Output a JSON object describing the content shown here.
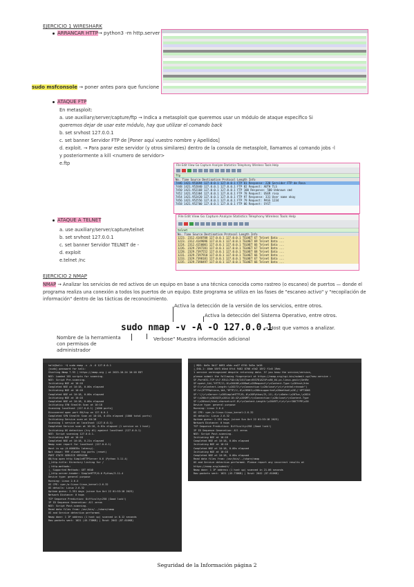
{
  "section1": {
    "title": "EJERCICIO 1 WIRESHARK",
    "bullet1_tag": "ARRANCAR HTTP",
    "bullet1_text": "→ python3 -m http.server",
    "msf_tag": "sudo msfconsole",
    "msf_text": " → poner antes para que funcione"
  },
  "attack_ftp": {
    "tag": "ATAQUE FTP",
    "lines": [
      "En metasploit:",
      "a. use auxiliary/server/capture/ftp →  Indica a metasploit que queremos usar un módulo de ataque específico Si",
      "queremos dejar de usar este módulo, hay que utilizar el comando back",
      "b. set srvhost 127.0.0.1",
      "c. set banner Servidor FTP de [Poner aquí vuestro nombre y Apellidos]",
      "d. exploit. → Para parar este servidor (y otros similares) dentro de la consola de metasploit, llamamos al comando jobs -l",
      "y posteriormente a kill <numero de servidor>",
      "e.ftp"
    ]
  },
  "attack_telnet": {
    "tag": "ATAQUE A TELNET",
    "lines": [
      "a. use auxiliary/server/capture/telnet",
      "b. set srvhost 127.0.0.1",
      "c. set banner Servidor TELNET de -",
      "d. exploit",
      "e.telnet /nc"
    ]
  },
  "section2": {
    "title": "EJERCICIO 2 NMAP",
    "tag": "NMAP",
    "text": " → Analizar los servicios de red activos de un equipo en base a una técnica conocida como rastreo (o escaneo) de puertos — donde el programa realiza una conexión a todos los puertos de un equipo. Este programa se utiliza en las fases de \"escaneo activo\" y \"recopilación de información\" dentro de las tácticas de reconocimiento."
  },
  "nmap_diagram": {
    "command": "sudo nmap -v -A -O 127.0.0.1",
    "ann_version": "Activa la detección de la versión de los servicios, entre otros.",
    "ann_os": "Activa la detección del Sistema Operativo, entre otros.",
    "ann_host": "Host que vamos a analizar.",
    "ann_verbose": "Verbose\" Muestra información adicional",
    "ann_tool": "Nombre de la herramienta con permisos de administrador"
  },
  "wireshark_ftp": {
    "menu": "File  Edit  View  Go  Capture  Analyze  Statistics  Telephony  Wireless  Tools  Help",
    "filter": "ftp",
    "header": "No.   Time          Source          Destination       Protocol Length Info",
    "rows": [
      "  7446 1421.951694  127.0.0.1   127.0.0.1   FTP    81 Response: 220 Servidor FTP de Rosa",
      "  7448 1421.952040  127.0.0.1   127.0.0.1   FTP    82 Request: AUTH TLS",
      "  7450 1421.952168  127.0.0.1   127.0.0.1   FTP   100 Response: 500 Unknown cmd",
      "  7452 1421.952304  127.0.0.1   127.0.0.1   FTP    78 Request: USER rosa",
      "  7454 1421.952420  127.0.0.1   127.0.0.1   FTP    97 Response: 331 User name okay",
      "  7456 1421.952556  127.0.0.1   127.0.0.1   FTP    79 Request: PASS 1234",
      "  7458 1421.952700  127.0.0.1   127.0.0.1   FTP    86 Request: SYST"
    ]
  },
  "wireshark_telnet": {
    "menu": "File  Edit  View  Go  Capture  Analyze  Statistics  Telephony  Wireless  Tools  Help",
    "filter": "telnet",
    "header": "No.     Time          Source         Destination     Protocol Length Info",
    "rows": [
      "1223. 2312.4148708  127.0.0.1   127.0.0.1   TELNET   67 Telnet Data ...",
      "1223. 2312.4149096  127.0.0.1   127.0.0.1   TELNET   69 Telnet Data ...",
      "1224. 2312.4150001  127.0.0.1   127.0.0.1   TELNET   66 Telnet Data ...",
      "1226. 2329.7397281  127.0.0.1   127.0.0.1   TELNET   67 Telnet Data ...",
      "1228. 2329.7397552  127.0.0.1   127.0.0.1   TELNET   68 Telnet Data ...",
      "1231. 2329.7397910  127.0.0.1   127.0.0.1   TELNET   66 Telnet Data ...",
      "1233. 2329.7398181  127.0.0.1   127.0.0.1   TELNET   67 Telnet Data ...",
      "1235. 2329.7398497  127.0.0.1   127.0.0.1   TELNET   66 Telnet Data ..."
    ]
  },
  "terminal_left": [
    "kali@kali: ~$ sudo nmap -v -A -O 127.0.0.1",
    "[sudo] password for kali:",
    "Starting Nmap 7.93 ( https://nmap.org ) at 2023-10-24 10:18 EDT",
    "NSE: Loaded 155 scripts for scanning.",
    "NSE: Script Pre-scanning.",
    "Initiating NSE at 10:18",
    "Completed NSE at 10:18, 0.00s elapsed",
    "Initiating NSE at 10:18",
    "Completed NSE at 10:18, 0.00s elapsed",
    "Initiating NSE at 10:18",
    "Completed NSE at 10:18, 0.00s elapsed",
    "Initiating SYN Stealth Scan at 10:18",
    "Scanning localhost (127.0.0.1) [1000 ports]",
    "Discovered open port 80/tcp on 127.0.0.1",
    "Completed SYN Stealth Scan at 10:18, 0.03s elapsed (1000 total ports)",
    "Initiating Service scan at 10:18",
    "Scanning 1 service on localhost (127.0.0.1)",
    "Completed Service scan at 10:18, 6.01s elapsed (1 service on 1 host)",
    "Initiating OS detection (try #1) against localhost (127.0.0.1)",
    "NSE: Script scanning 127.0.0.1.",
    "Initiating NSE at 10:18",
    "Completed NSE at 10:18, 0.21s elapsed",
    "Nmap scan report for localhost (127.0.0.1)",
    "Host is up (0.000035s latency).",
    "Not shown: 999 closed tcp ports (reset)",
    "PORT   STATE SERVICE VERSION",
    "80/tcp open  http    SimpleHTTPServer 0.6 (Python 3.11.4)",
    "|_http-title: Directory listing for /",
    "| http-methods:",
    "|_  Supported Methods: GET HEAD",
    "|_http-server-header: SimpleHTTP/0.6 Python/3.11.4",
    "Device type: general purpose",
    "Running: Linux 2.6.X",
    "OS CPE: cpe:/o:linux:linux_kernel:2.6.32",
    "OS details: Linux 2.6.32",
    "Uptime guess: 2.351 days (since Sun Oct 22 01:53:18 2023)",
    "Network Distance: 0 hops",
    "TCP Sequence Prediction: Difficulty=258 (Good luck!)",
    "IP ID Sequence Generation: All zeros",
    "NSE: Script Post-scanning.",
    "Read data files from: /usr/bin/../share/nmap",
    "OS and Service detection performed.",
    "Nmap done: 1 IP address (1 host up) scanned in 8.12 seconds",
    "           Raw packets sent: 1021 (45.738KB) | Rcvd: 2042 (87.616KB)"
  ],
  "terminal_right": [
    "| MD5:   0a9c 5b17 0093 e5dc ea27 6701 5d3a 1e26",
    "|_SHA-1: 40de 58f5 b5ad 6fc4 9482 8706 e3d2 18f2 f1c0 19eb",
    "1 service unrecognized despite returning data. If you know the service/version,",
    "please submit the following fingerprint at https://nmap.org/cgi-bin/submit.cgi?new-service :",
    "SF-Port631-TCP:V=7.93%I=7%D=10/24%Time=6537D1A2%P=x86_64-pc-linux-gnu%r(GetRe",
    "SF:quest,1A4,\"HTTP/1\\.0\\x20400\\x20Bad\\x20Request\\r\\nContent-Type:\\x20text/htm",
    "SF:l\\r\\nContent-Length:\\x20271\\r\\nConnection:\\x20close\\r\\n\\r\\n<html><head>\")",
    "SF:%r(HTTPOptions,1A4,\"HTTP/1\\.0\\x20501\\x20Unsupported\\x20method\\x20\\('OPTIONS",
    "SF:'\\)\\r\\nServer:\\x20SimpleHTTP/0\\.6\\x20Python/3\\.11\\.4\\r\\nDate:\\x20Tue,\\x2024",
    "SF:\\x20Oct\\x202023\\x2014:18:42\\x20GMT\\r\\nConnection:\\x20close\\r\\nContent-Type",
    "SF:\\x20text/html;charset=utf-8\\r\\nContent-Length:\\x20497\\r\\n\\r\\n<!DOCTYPE\\x20",
    "Device type: general purpose",
    "Running: Linux 2.6.X",
    "OS CPE: cpe:/o:linux:linux_kernel:2.6.32",
    "OS details: Linux 2.6.32",
    "Uptime guess: 2.351 days (since Sun Oct 22 01:53:18 2023)",
    "Network Distance: 0 hops",
    "TCP Sequence Prediction: Difficulty=258 (Good luck!)",
    "IP ID Sequence Generation: All zeros",
    "",
    "NSE: Script Post-scanning.",
    "Initiating NSE at 10:18",
    "Completed NSE at 10:18, 0.00s elapsed",
    "Initiating NSE at 10:18",
    "Completed NSE at 10:18, 0.00s elapsed",
    "Initiating NSE at 10:18",
    "Completed NSE at 10:18, 0.00s elapsed",
    "Read data files from: /usr/bin/../share/nmap",
    "OS and Service detection performed. Please report any incorrect results at",
    "https://nmap.org/submit/ .",
    "Nmap done: 1 IP address (1 host up) scanned in 21.06 seconds",
    "           Raw packets sent: 1021 (45.738KB) | Rcvd: 2042 (87.616KB)"
  ],
  "footer": "Seguridad de la Información página 2",
  "colors": {
    "highlight_pink": "#f6a6c8",
    "highlight_yellow": "#f4ef5b",
    "frame": "#e86aa8",
    "terminal_bg": "#2a2a2a"
  }
}
